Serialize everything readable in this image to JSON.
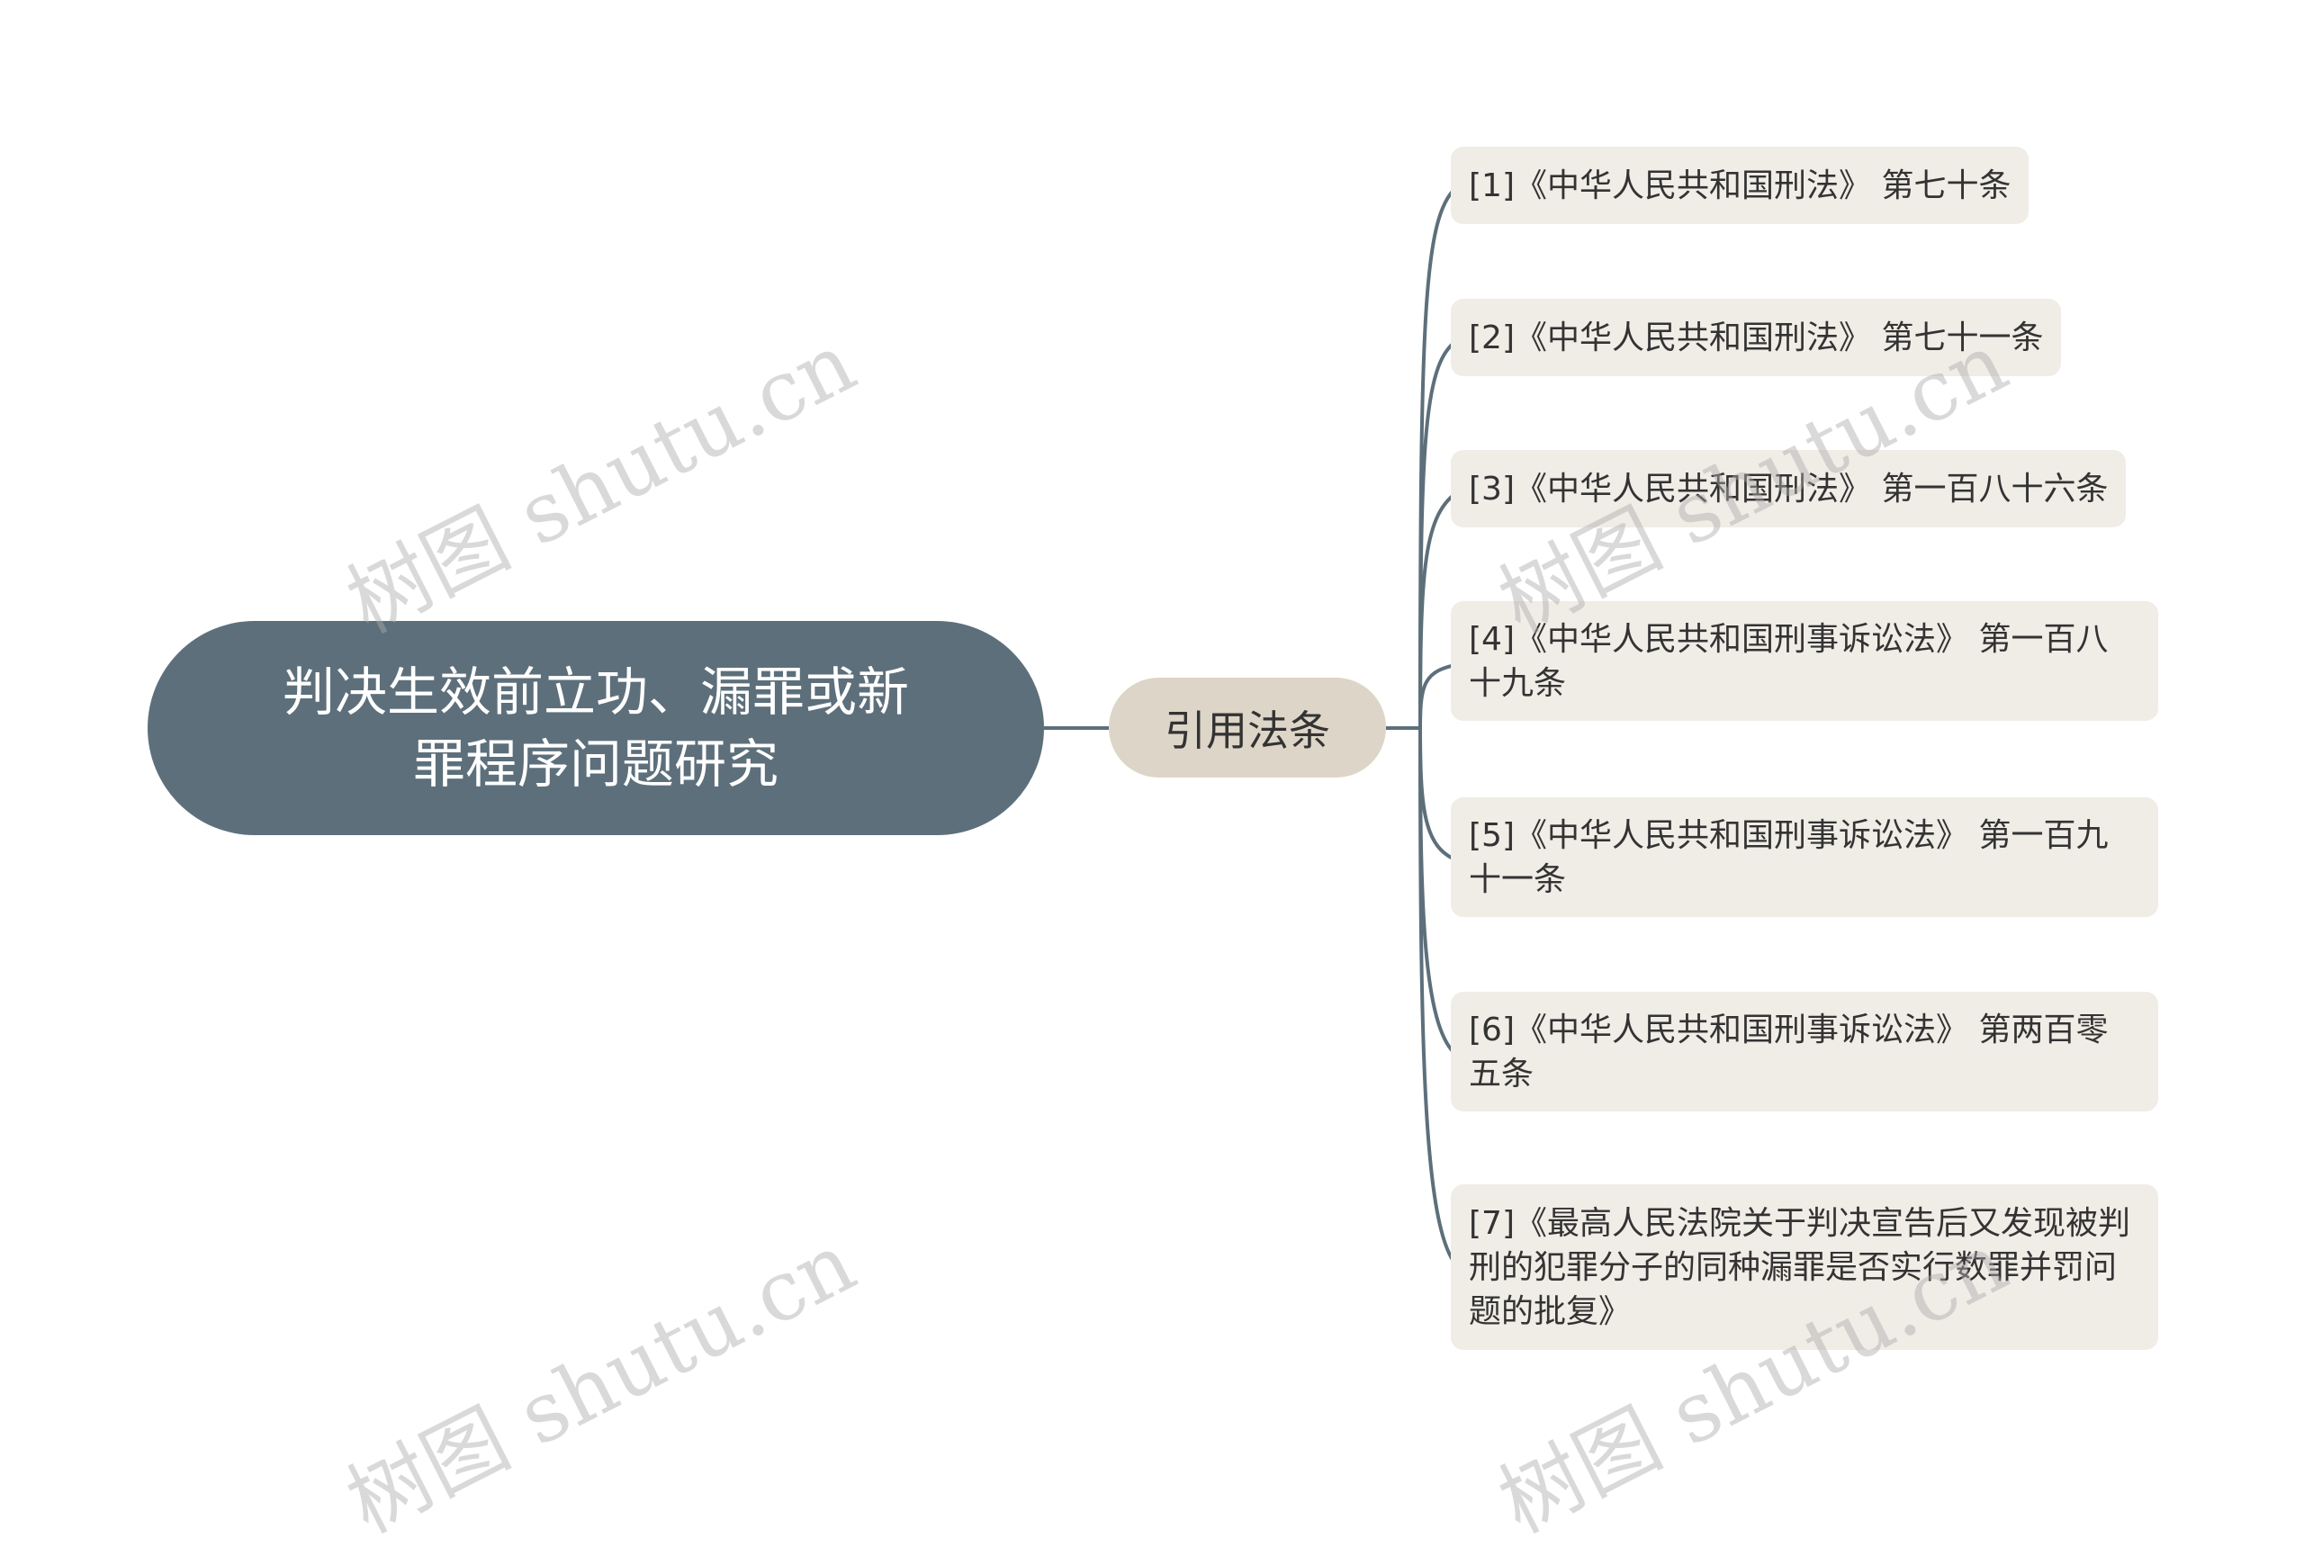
{
  "root": {
    "label": "判决生效前立功、漏罪或新罪程序问题研究"
  },
  "mid": {
    "label": "引用法条"
  },
  "leaves": [
    {
      "text": "[1]《中华人民共和国刑法》 第七十条"
    },
    {
      "text": "[2]《中华人民共和国刑法》 第七十一条"
    },
    {
      "text": "[3]《中华人民共和国刑法》 第一百八十六条"
    },
    {
      "text": "[4]《中华人民共和国刑事诉讼法》 第一百八十九条"
    },
    {
      "text": "[5]《中华人民共和国刑事诉讼法》 第一百九十一条"
    },
    {
      "text": "[6]《中华人民共和国刑事诉讼法》 第两百零五条"
    },
    {
      "text": "[7]《最高人民法院关于判决宣告后又发现被判刑的犯罪分子的同种漏罪是否实行数罪并罚问题的批复》"
    }
  ],
  "watermark": {
    "text": "树图 shutu.cn"
  },
  "colors": {
    "root": "#5d6f7b",
    "mid": "#ddd5c8",
    "leaf": "#f0ece6",
    "connector": "#5d6f7b"
  }
}
